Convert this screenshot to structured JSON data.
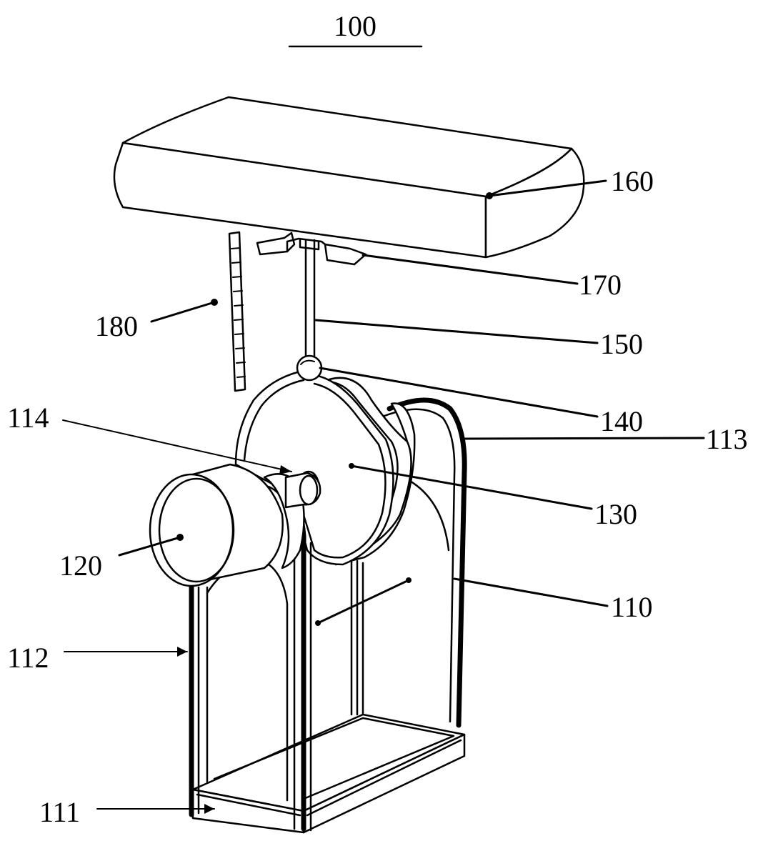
{
  "figure": {
    "title": "100",
    "labels": {
      "l160": "160",
      "l170": "170",
      "l180": "180",
      "l150": "150",
      "l140": "140",
      "l114": "114",
      "l113": "113",
      "l130": "130",
      "l120": "120",
      "l110": "110",
      "l112": "112",
      "l111": "111"
    }
  }
}
